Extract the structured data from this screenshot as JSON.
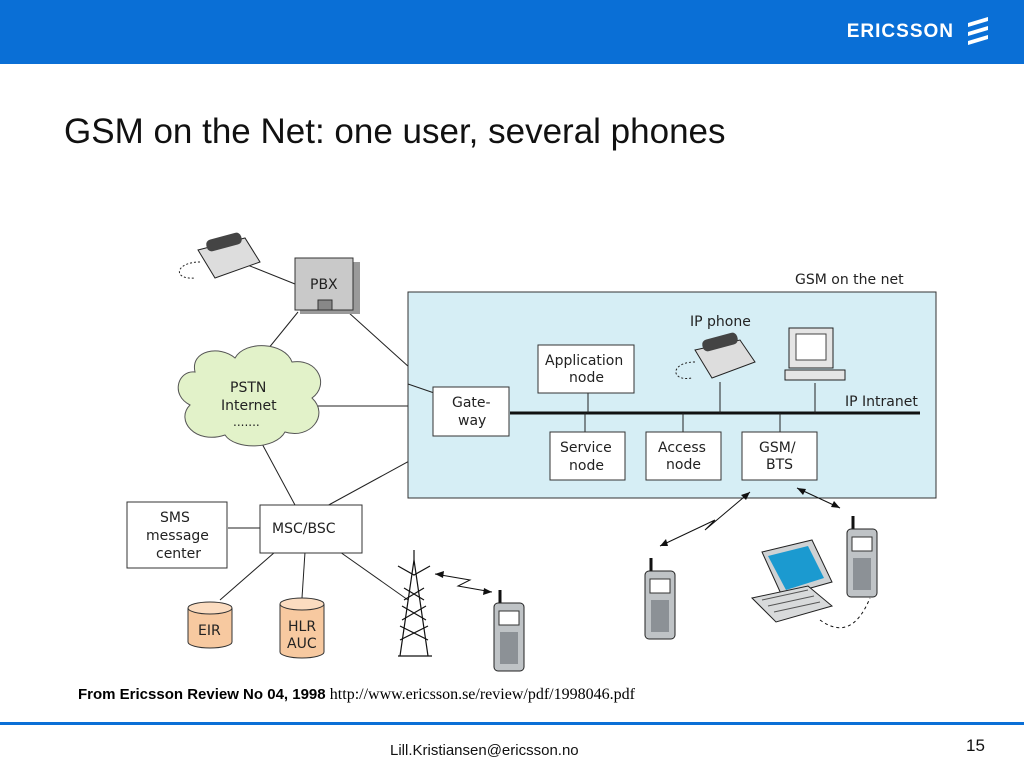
{
  "header": {
    "brand": "ERICSSON",
    "brand_color": "#0a6fd6"
  },
  "slide": {
    "title": "GSM on the  Net: one user, several phones"
  },
  "diagram": {
    "region_label": "GSM on the net",
    "nodes": {
      "pbx": "PBX",
      "pstn_1": "PSTN",
      "pstn_2": "Internet",
      "pstn_3": ".......",
      "gateway_1": "Gate-",
      "gateway_2": "way",
      "app_1": "Application",
      "app_2": "node",
      "ip_phone": "IP phone",
      "ip_intranet": "IP Intranet",
      "service_1": "Service",
      "service_2": "node",
      "access_1": "Access",
      "access_2": "node",
      "gsm_1": "GSM/",
      "gsm_2": "BTS",
      "sms_1": "SMS",
      "sms_2": "message",
      "sms_3": "center",
      "msc": "MSC/BSC",
      "eir": "EIR",
      "hlr_1": "HLR",
      "hlr_2": "AUC"
    },
    "colors": {
      "net_fill": "#d6eef5",
      "cloud_fill": "#e2f2c9",
      "db_fill": "#f7c9a0",
      "pbx_fill": "#c9c9c9"
    }
  },
  "source": {
    "bold": "From Ericsson Review No 04, 1998",
    "url": "http://www.ericsson.se/review/pdf/1998046.pdf"
  },
  "footer": {
    "email": "Lill.Kristiansen@ericsson.no",
    "page": "15"
  }
}
